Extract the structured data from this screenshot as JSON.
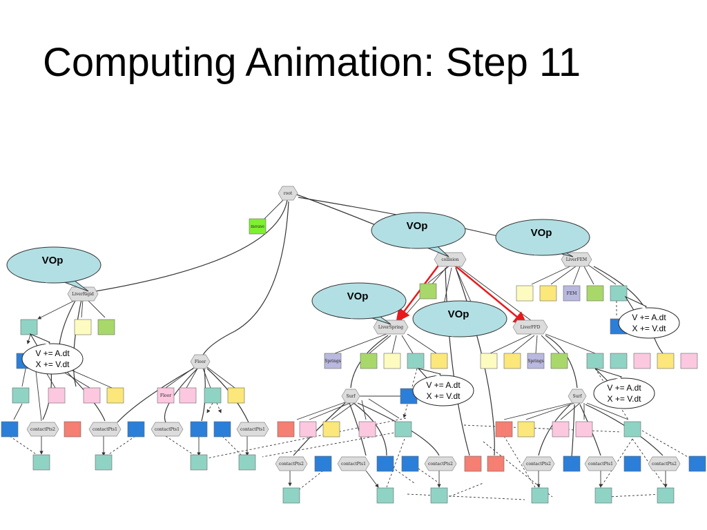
{
  "slide": {
    "title": "Computing Animation: Step 11"
  },
  "graph": {
    "root_label": "root",
    "mouse_label": "mouse",
    "liver_rigid_label": "LiverRigid",
    "floor_label": "Floor",
    "collision_label": "collision",
    "liver_fem_label": "LiverFEM",
    "liver_spring_label": "LiverSpring",
    "liver_ffd_label": "LiverFFD",
    "surf_label": "Surf",
    "springs_label": "Springs",
    "fem_label": "FEM",
    "floor_box_label": "Floor",
    "contact_pts1_label": "contactPts1",
    "contact_pts2_label": "contactPts2"
  },
  "callouts": {
    "vop": "VOp",
    "update_line1": "V += A.dt",
    "update_line2": "X += V.dt"
  },
  "colors": {
    "teal": "#8fd3c4",
    "blue": "#2b7fd9",
    "yellow": "#fbe77a",
    "light_yellow": "#fdfbc0",
    "green": "#a9d86a",
    "pink": "#fbc8e0",
    "salmon": "#f47f72",
    "lavender": "#b9b8df",
    "mouse_green": "#7ff030",
    "bubble": "#b2dfe4",
    "highlight": "#e8191d",
    "node_gray": "#dcdcdc"
  }
}
